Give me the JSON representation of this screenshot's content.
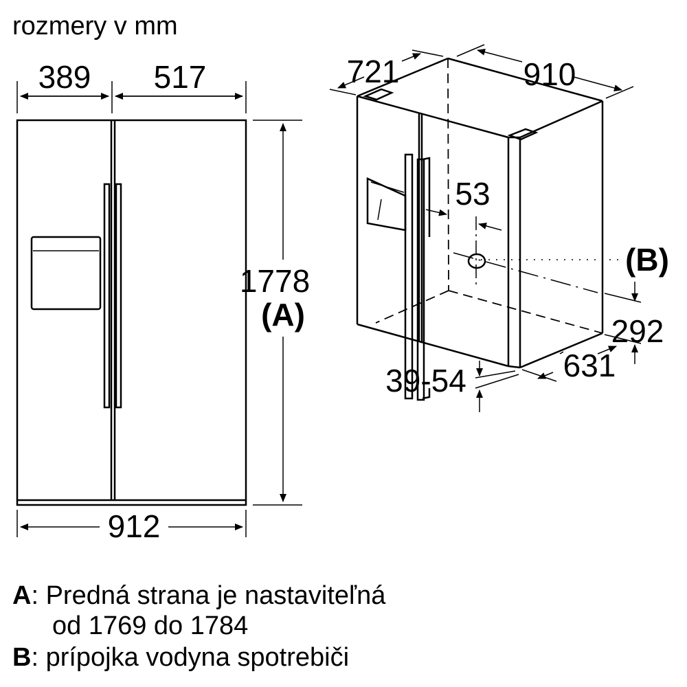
{
  "title": "rozmery v mm",
  "front_view": {
    "width_left": "389",
    "width_right": "517",
    "total_width": "912",
    "height": "1778",
    "height_ref": "(A)"
  },
  "iso_view": {
    "depth": "721",
    "width": "910",
    "offset": "53",
    "water_ref": "(B)",
    "water_height": "292",
    "depth_body": "631",
    "feet": "39-54"
  },
  "legend": [
    {
      "key": "A",
      "text": ": Predná strana je nastaviteľná",
      "text2": "od 1769 do 1784"
    },
    {
      "key": "B",
      "text": ": prípojka vodyna spotrebiči"
    }
  ]
}
